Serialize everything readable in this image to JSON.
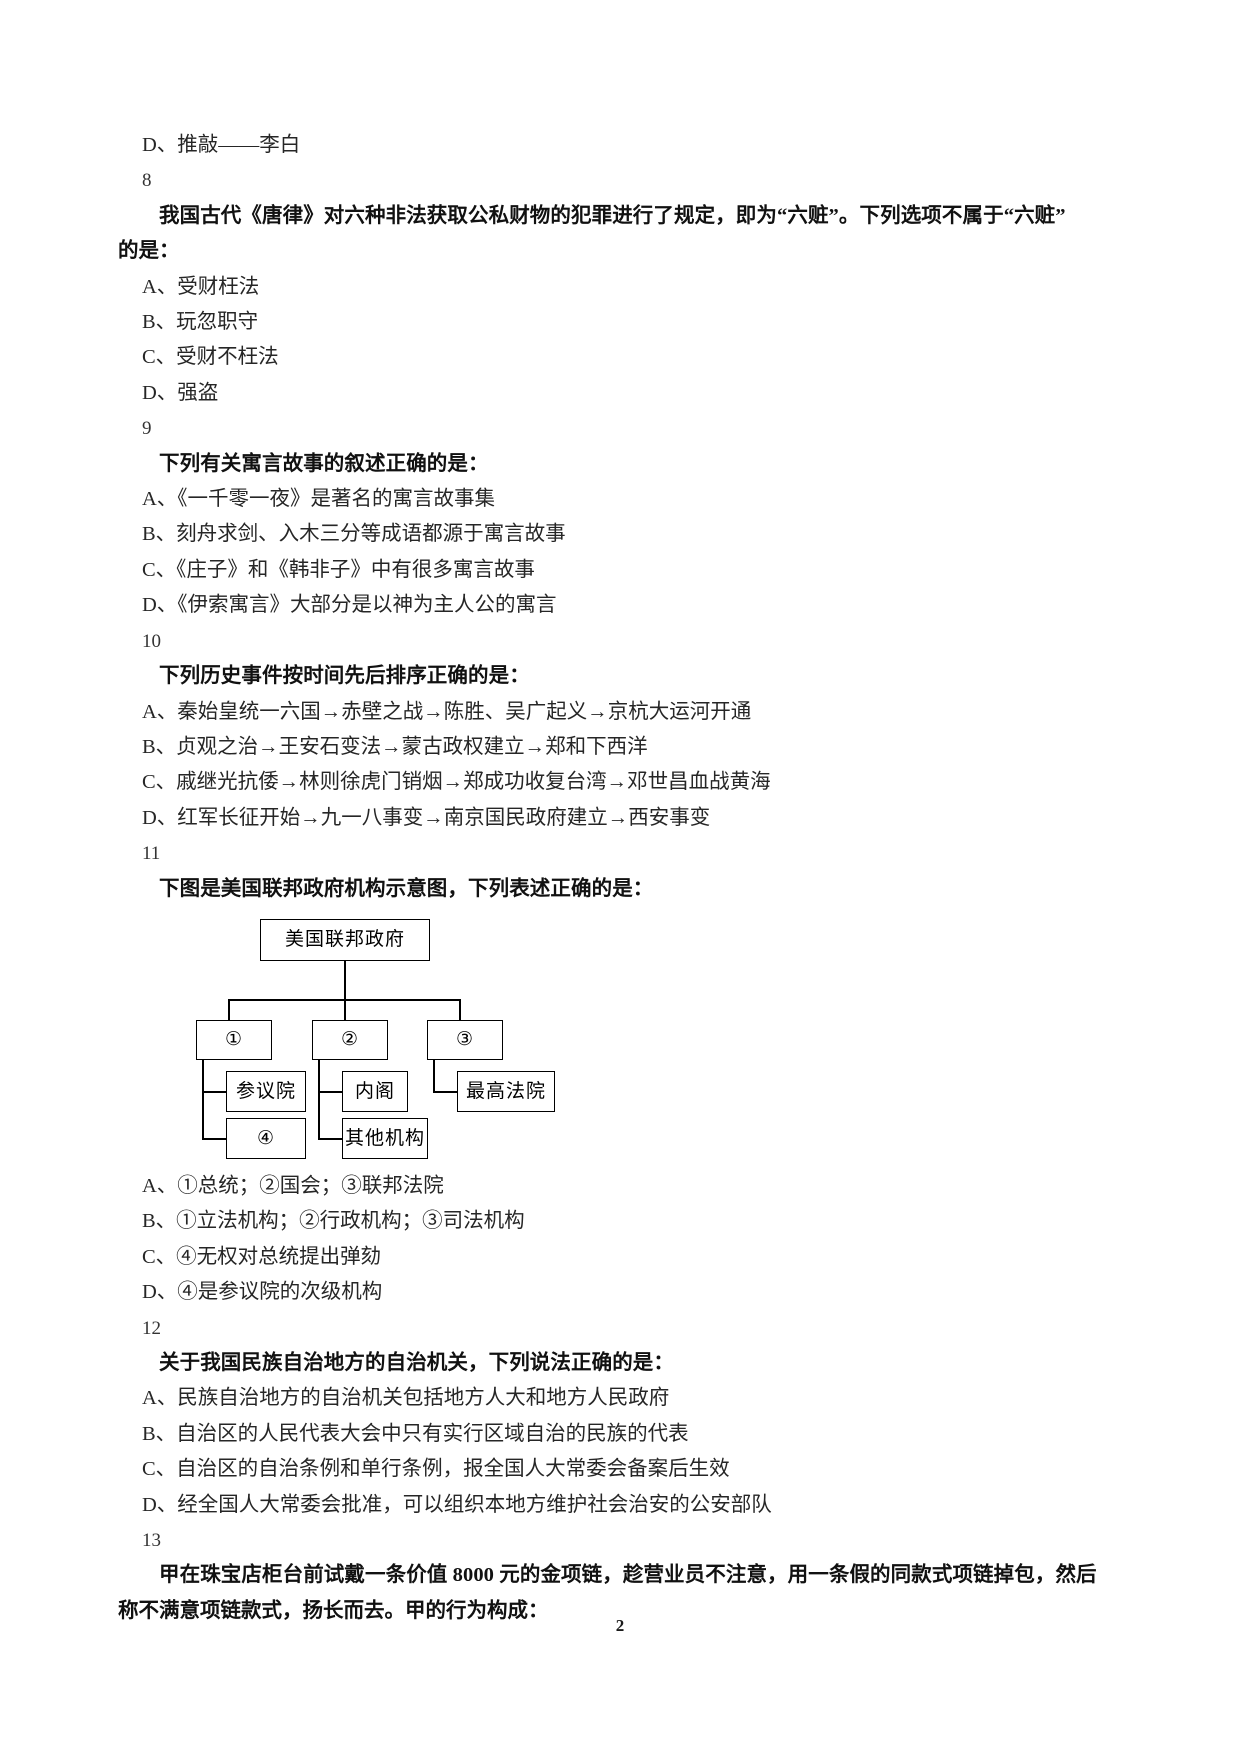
{
  "document": {
    "page_number": "2"
  },
  "lines": {
    "q7_option_d": "D、推敲——李白"
  },
  "questions": [
    {
      "number": "8",
      "stem_part1": "我国古代《唐律》对六种非法获取公私财物的犯罪进行了规定，即为“六赃”。下列选项",
      "stem_emphasis": "不属于",
      "stem_part2": "“六赃”",
      "stem_line2": "的是：",
      "options": [
        "A、受财枉法",
        "B、玩忽职守",
        "C、受财不枉法",
        "D、强盗"
      ]
    },
    {
      "number": "9",
      "stem": "下列有关寓言故事的叙述正确的是：",
      "options": [
        "A、《一千零一夜》是著名的寓言故事集",
        "B、刻舟求剑、入木三分等成语都源于寓言故事",
        "C、《庄子》和《韩非子》中有很多寓言故事",
        "D、《伊索寓言》大部分是以神为主人公的寓言"
      ]
    },
    {
      "number": "10",
      "stem": "下列历史事件按时间先后排序正确的是：",
      "options": [
        "A、秦始皇统一六国→赤壁之战→陈胜、吴广起义→京杭大运河开通",
        "B、贞观之治→王安石变法→蒙古政权建立→郑和下西洋",
        "C、戚继光抗倭→林则徐虎门销烟→郑成功收复台湾→邓世昌血战黄海",
        "D、红军长征开始→九一八事变→南京国民政府建立→西安事变"
      ]
    },
    {
      "number": "11",
      "stem": "下图是美国联邦政府机构示意图，下列表述正确的是：",
      "options": [
        "A、①总统；②国会；③联邦法院",
        "B、①立法机构；②行政机构；③司法机构",
        "C、④无权对总统提出弹劾",
        "D、④是参议院的次级机构"
      ]
    },
    {
      "number": "12",
      "stem": "关于我国民族自治地方的自治机关，下列说法正确的是：",
      "options": [
        "A、民族自治地方的自治机关包括地方人大和地方人民政府",
        "B、自治区的人民代表大会中只有实行区域自治的民族的代表",
        "C、自治区的自治条例和单行条例，报全国人大常委会备案后生效",
        "D、经全国人大常委会批准，可以组织本地方维护社会治安的公安部队"
      ]
    },
    {
      "number": "13",
      "stem_line1": "甲在珠宝店柜台前试戴一条价值 8000 元的金项链，趁营业员不注意，用一条假的同款式项链掉包，然后",
      "stem_line2": "称不满意项链款式，扬长而去。甲的行为构成："
    }
  ],
  "org_chart": {
    "root": "美国联邦政府",
    "branches": [
      {
        "label": "①",
        "children": [
          "参议院",
          "④"
        ]
      },
      {
        "label": "②",
        "children": [
          "内阁",
          "其他机构"
        ]
      },
      {
        "label": "③",
        "children": [
          "最高法院"
        ]
      }
    ]
  }
}
